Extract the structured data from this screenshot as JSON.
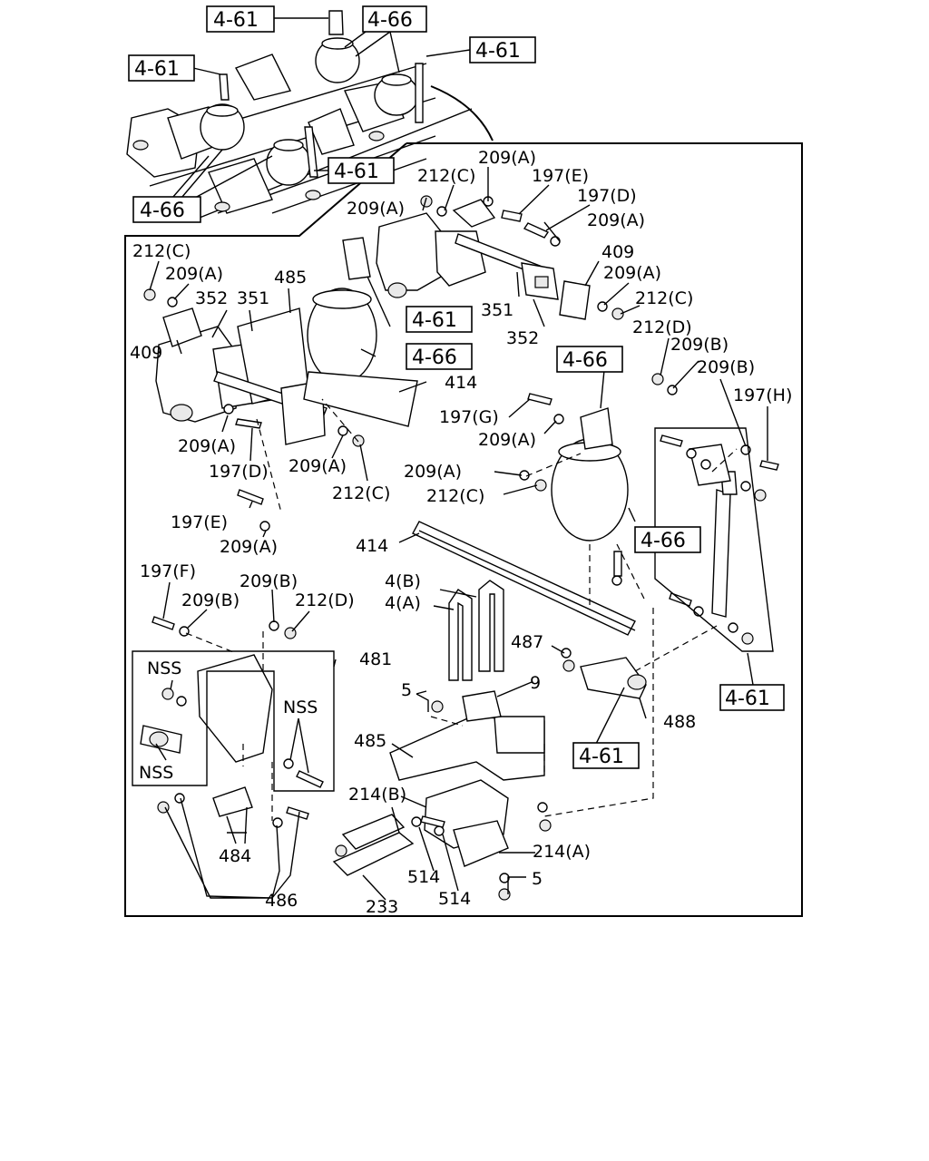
{
  "diagram": {
    "ref_labels": {
      "r1": "4-61",
      "r2": "4-66",
      "r3": "4-61",
      "r4": "4-61",
      "r5": "4-61",
      "r6": "4-66",
      "r7": "4-61",
      "r8": "4-66",
      "r9": "4-66",
      "r10": "4-66",
      "r11": "4-61",
      "r12": "4-61"
    },
    "part_labels": {
      "p1": "209(A)",
      "p2": "212(C)",
      "p3": "197(E)",
      "p4": "197(D)",
      "p5": "209(A)",
      "p6": "209(A)",
      "p7": "409",
      "p8": "209(A)",
      "p9": "212(C)",
      "p10": "351",
      "p11": "352",
      "p12": "212(D)",
      "p13": "212(C)",
      "p14": "209(A)",
      "p15": "485",
      "p16": "352",
      "p17": "351",
      "p18": "409",
      "p19": "414",
      "p20": "209(A)",
      "p21": "197(D)",
      "p22": "209(A)",
      "p23": "212(C)",
      "p24": "197(E)",
      "p25": "209(A)",
      "p26": "197(G)",
      "p27": "209(A)",
      "p28": "209(A)",
      "p29": "212(C)",
      "p30": "209(B)",
      "p31": "209(B)",
      "p32": "197(H)",
      "p33": "414",
      "p34": "197(F)",
      "p35": "209(B)",
      "p36": "209(B)",
      "p37": "212(D)",
      "p38": "4(B)",
      "p39": "4(A)",
      "p40": "487",
      "p41": "481",
      "p42": "NSS",
      "p43": "NSS",
      "p44": "NSS",
      "p45": "5",
      "p46": "9",
      "p47": "488",
      "p48": "485",
      "p49": "214(B)",
      "p50": "214(A)",
      "p51": "514",
      "p52": "514",
      "p53": "5",
      "p54": "484",
      "p55": "486",
      "p56": "233"
    }
  }
}
